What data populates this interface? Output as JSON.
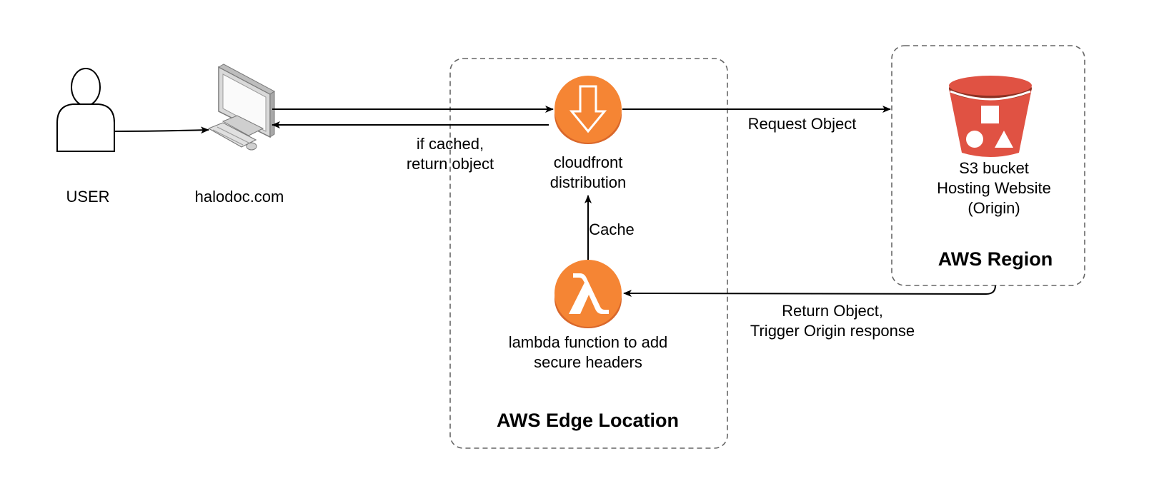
{
  "nodes": {
    "user": {
      "label": "USER"
    },
    "computer": {
      "label": "halodoc.com"
    },
    "cloudfront": {
      "label_line1": "cloudfront",
      "label_line2": "distribution"
    },
    "lambda": {
      "label_line1": "lambda function to add",
      "label_line2": "secure headers"
    },
    "s3": {
      "label_line1": "S3 bucket",
      "label_line2": "Hosting Website",
      "label_line3": "(Origin)"
    }
  },
  "groups": {
    "edge": {
      "title": "AWS Edge Location"
    },
    "region": {
      "title": "AWS Region"
    }
  },
  "edges": {
    "if_cached": {
      "line1": "if cached,",
      "line2": "return object"
    },
    "request_object": {
      "label": "Request Object"
    },
    "cache": {
      "label": "Cache"
    },
    "return_object": {
      "line1": "Return Object,",
      "line2": "Trigger Origin response"
    }
  },
  "colors": {
    "aws_orange": "#F58534",
    "aws_orange_dark": "#D9672A",
    "s3_red": "#E05243",
    "s3_red_dark": "#8C3123",
    "border_dash": "#666666"
  },
  "icons": {
    "user": "person-outline-icon",
    "computer": "desktop-computer-icon",
    "cloudfront": "cloudfront-download-arrow-icon",
    "lambda": "lambda-symbol-icon",
    "s3": "s3-bucket-icon"
  }
}
